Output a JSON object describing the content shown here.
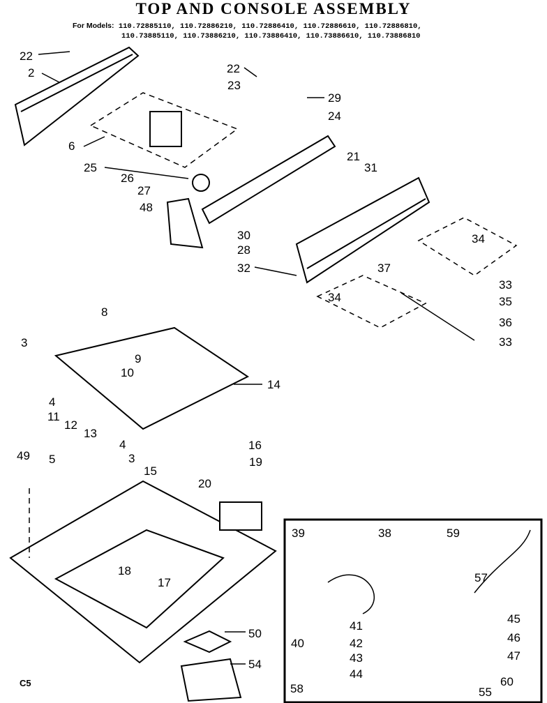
{
  "title": "TOP AND CONSOLE ASSEMBLY",
  "models": {
    "label": "For Models:",
    "row1": "110.72885110, 110.72886210, 110.72886410, 110.72886610, 110.72886810,",
    "row2": "110.73885110, 110.73886210, 110.73886410, 110.73886610, 110.73886810"
  },
  "callouts": [
    "22",
    "2",
    "22",
    "23",
    "29",
    "24",
    "6",
    "21",
    "31",
    "25",
    "26",
    "27",
    "48",
    "30",
    "28",
    "32",
    "34",
    "37",
    "33",
    "35",
    "34",
    "36",
    "33",
    "8",
    "3",
    "9",
    "10",
    "4",
    "11",
    "14",
    "12",
    "13",
    "4",
    "3",
    "49",
    "5",
    "15",
    "16",
    "19",
    "20",
    "18",
    "17",
    "50",
    "54",
    "39",
    "38",
    "59",
    "57",
    "45",
    "41",
    "46",
    "40",
    "42",
    "47",
    "43",
    "44",
    "60",
    "58",
    "55"
  ],
  "page_code": "C5"
}
